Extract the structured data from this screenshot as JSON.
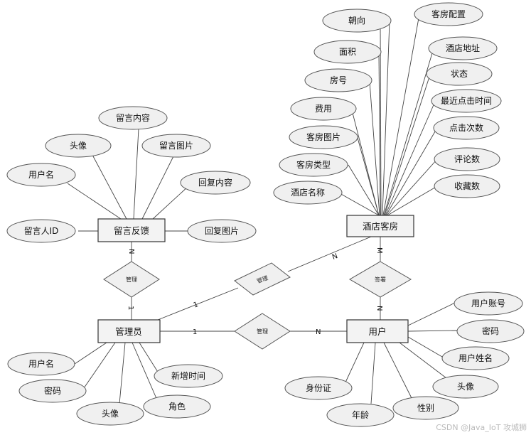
{
  "entities": {
    "message": "留言反馈",
    "room": "酒店客房",
    "admin": "管理员",
    "user": "用户"
  },
  "relationships": {
    "admin_message": "管理",
    "admin_room": "管理",
    "admin_user": "管理",
    "user_room": "签署"
  },
  "cardinalities": {
    "message_side": "N",
    "admin_side_message": "1",
    "admin_side_room": "1",
    "room_side_admin": "N",
    "admin_side_user": "1",
    "user_side_admin": "N",
    "room_side_user": "M",
    "user_side_room": "N"
  },
  "attributes": {
    "message": [
      "留言人ID",
      "用户名",
      "头像",
      "留言内容",
      "留言图片",
      "回复内容",
      "回复图片"
    ],
    "room_left": [
      "朝向",
      "面积",
      "房号",
      "费用",
      "客房图片",
      "客房类型",
      "酒店名称"
    ],
    "room_right": [
      "客房配置",
      "酒店地址",
      "状态",
      "最近点击时间",
      "点击次数",
      "评论数",
      "收藏数"
    ],
    "admin": [
      "用户名",
      "密码",
      "头像",
      "角色",
      "新增时间"
    ],
    "user": [
      "用户账号",
      "密码",
      "用户姓名",
      "头像",
      "性别",
      "年龄",
      "身份证"
    ]
  },
  "watermark": "CSDN @Java_IoT 攻城狮"
}
